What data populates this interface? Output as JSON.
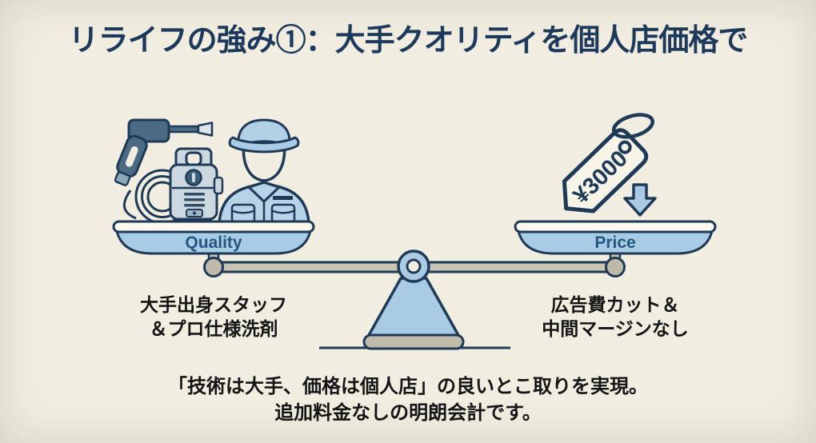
{
  "slide": {
    "title": "リライフの強み①：大手クオリティを個人店価格で",
    "balance": {
      "left_pan_label": "Quality",
      "right_pan_label": "Price",
      "price_tag_label": "¥3000"
    },
    "left_caption": [
      "大手出身スタッフ",
      "＆プロ仕様洗剤"
    ],
    "right_caption": [
      "広告費カット＆",
      "中間マージンなし"
    ],
    "footer": [
      "「技術は大手、価格は個人店」の良いとこ取りを実現。",
      "追加料金なしの明朗会計です。"
    ],
    "icons": [
      "pressure-washer-gun-icon",
      "hose-coil-icon",
      "pressure-washer-icon",
      "worker-icon",
      "price-tag-icon",
      "down-arrow-icon",
      "balance-scale-icon"
    ],
    "colors": {
      "background": "#f1eee1",
      "outline_navy": "#1e3a56",
      "title_navy": "#1d3a5c",
      "pan_blue": "#a8cce6",
      "uniform_blue": "#b7d3e8",
      "machine_gray_blue": "#ccd8e0",
      "dark_slate": "#3c5f78",
      "beam_gray": "#c9c4b4",
      "knob_gray": "#beb9a8",
      "pan_label_blue": "#25567e",
      "text_black": "#141414"
    }
  }
}
